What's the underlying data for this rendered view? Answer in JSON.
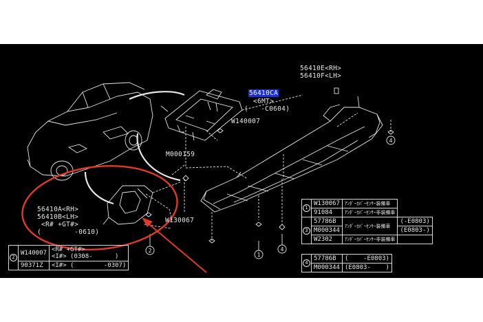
{
  "diagram": {
    "parts": {
      "cover_rh": "56410E<RH>",
      "cover_lh": "56410F<LH>",
      "part_highlight": "56410CA",
      "part_highlight_cond1": "<6MT>",
      "part_highlight_cond2": "(   -C0604)",
      "clip_top": "W140007",
      "clip_left": "M000159",
      "side_rh": "56410A<RH>",
      "side_lh": "56410B<LH>",
      "side_cond1": "<R# +GT#>",
      "side_cond2": "(        -0610)",
      "clip_bottom": "W130067"
    },
    "callouts": [
      "4",
      "1",
      "4",
      "2"
    ],
    "table_left": {
      "index": "2",
      "rows": [
        {
          "part": "W140007",
          "cond": "<R# +GT#>\n<I#> (0308-      )"
        },
        {
          "part": "90371Z",
          "cond": "<I#> (        -0307)"
        }
      ]
    },
    "table_right_1_3": {
      "groups": [
        {
          "index": "1",
          "rows": [
            {
              "part": "W130067",
              "note": "ｱﾝﾀﾞｰｶﾊﾞｰｾﾝｻｰ装備車"
            },
            {
              "part": "91084",
              "note": "ｱﾝﾀﾞｰｶﾊﾞｰｾﾝｻｰ非装備車"
            }
          ]
        },
        {
          "index": "3",
          "rows": [
            {
              "part": "57786B",
              "note": "ｱﾝﾀﾞｰｶﾊﾞｰｾﾝｻｰ装備車",
              "range": "(-E0803)"
            },
            {
              "part": "M000344",
              "note": "",
              "range": "(E0803-)"
            },
            {
              "part": "W2302",
              "note": "ｱﾝﾀﾞｰｶﾊﾞｰｾﾝｻｰ非装備車",
              "range": ""
            }
          ]
        }
      ]
    },
    "table_right_4": {
      "index": "4",
      "rows": [
        {
          "part": "57786B",
          "range": "(    -E0803)"
        },
        {
          "part": "M000344",
          "range": "(E0803-    )"
        }
      ]
    },
    "colors": {
      "highlight": "#1a2fd6",
      "circle": "#e23a2a",
      "arrow": "#e23a2a",
      "line": "#e8e8e8"
    }
  }
}
